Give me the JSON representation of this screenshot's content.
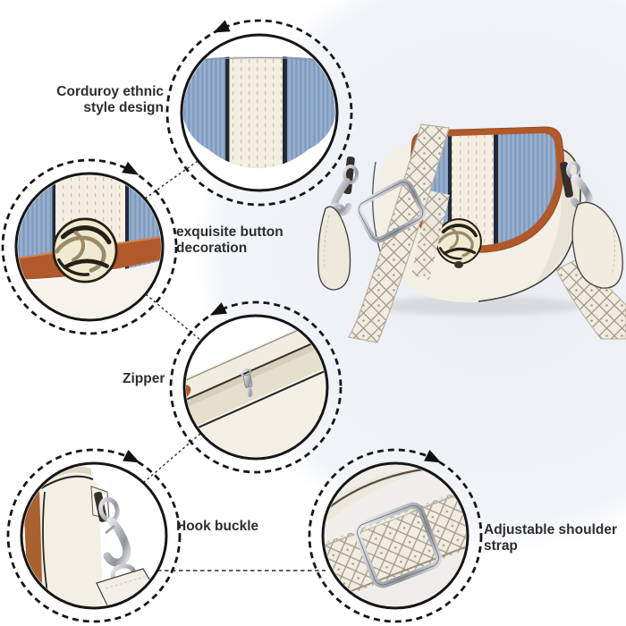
{
  "callouts": [
    {
      "id": "corduroy",
      "lines": [
        "Corduroy ethnic",
        "style design"
      ]
    },
    {
      "id": "button",
      "lines": [
        "exquisite button",
        "decoration"
      ]
    },
    {
      "id": "zipper",
      "lines": [
        "Zipper"
      ]
    },
    {
      "id": "hook",
      "lines": [
        "Hook buckle"
      ]
    },
    {
      "id": "strap",
      "lines": [
        "Adjustable shoulder",
        "strap"
      ]
    }
  ],
  "icons": {
    "arrow": "solid-triangle-arrow",
    "ring": "dashed-circle-ring"
  },
  "colors": {
    "label_text": "#2d2d2d",
    "line_black": "#1c1c1c",
    "corduroy_blue": "#8fa9ca",
    "cream": "#f2efe4",
    "trim_brown": "#b0592a",
    "hardware_silver": "#c3c6cc",
    "strap_pattern_gray": "#a59e8f",
    "photo_background": "#eaedf2"
  }
}
